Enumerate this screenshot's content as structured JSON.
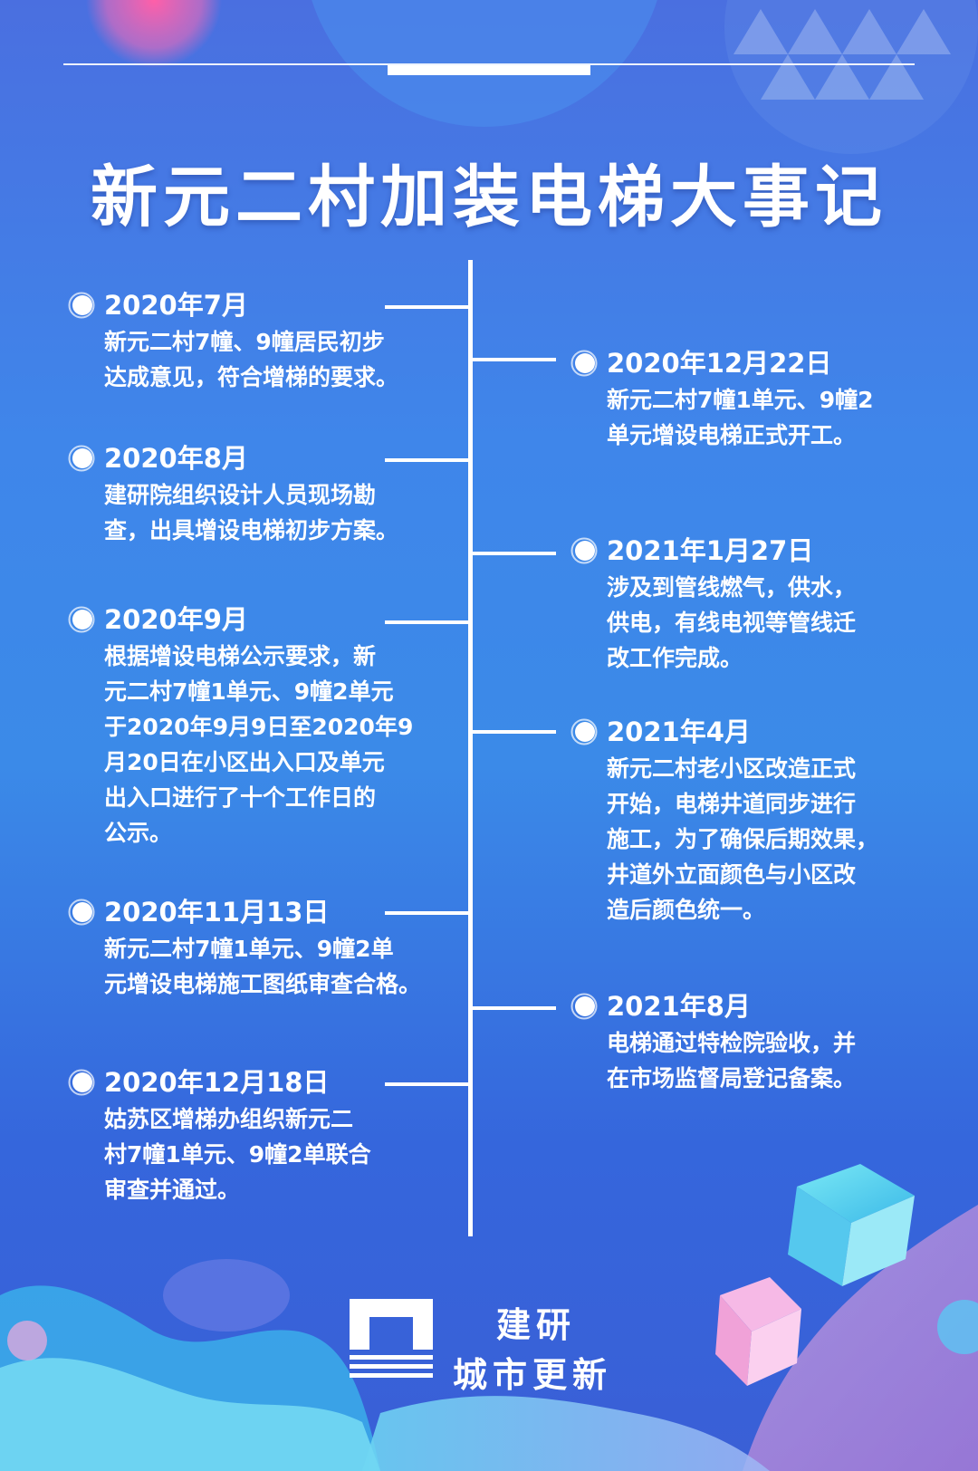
{
  "title": "新元二村加装电梯大事记",
  "events_left": [
    {
      "date": "2020年7月",
      "lines": [
        "新元二村7幢、9幢居民初步",
        "达成意见，符合增梯的要求。"
      ]
    },
    {
      "date": "2020年8月",
      "lines": [
        "建研院组织设计人员现场勘",
        "查，出具增设电梯初步方案。"
      ]
    },
    {
      "date": "2020年9月",
      "lines": [
        "根据增设电梯公示要求，新",
        "元二村7幢1单元、9幢2单元",
        "于2020年9月9日至2020年9",
        "月20日在小区出入口及单元",
        "出入口进行了十个工作日的",
        "公示。"
      ]
    },
    {
      "date": "2020年11月13日",
      "lines": [
        "新元二村7幢1单元、9幢2单",
        "元增设电梯施工图纸审查合格。"
      ]
    },
    {
      "date": "2020年12月18日",
      "lines": [
        "姑苏区增梯办组织新元二",
        "村7幢1单元、9幢2单联合",
        "审查并通过。"
      ]
    }
  ],
  "events_right": [
    {
      "date": "2020年12月22日",
      "lines": [
        "新元二村7幢1单元、9幢2",
        "单元增设电梯正式开工。"
      ]
    },
    {
      "date": "2021年1月27日",
      "lines": [
        "涉及到管线燃气，供水，",
        "供电，有线电视等管线迁",
        "改工作完成。"
      ]
    },
    {
      "date": "2021年4月",
      "lines": [
        "新元二村老小区改造正式",
        "开始，电梯井道同步进行",
        "施工，为了确保后期效果，",
        "井道外立面颜色与小区改",
        "造后颜色统一。"
      ]
    },
    {
      "date": "2021年8月",
      "lines": [
        "电梯通过特检院验收，并",
        "在市场监督局登记备案。"
      ]
    }
  ],
  "brand": {
    "line1": "建研",
    "line2": "城市更新"
  }
}
